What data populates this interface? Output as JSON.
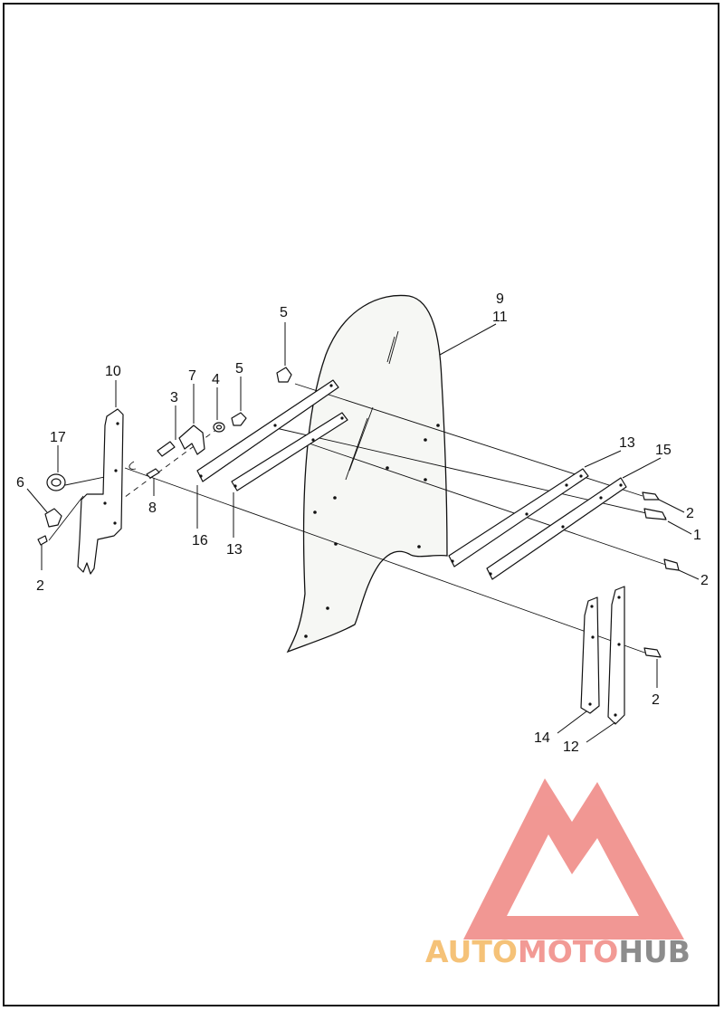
{
  "callouts": {
    "c1": "1",
    "c2a": "2",
    "c2b": "2",
    "c2c": "2",
    "c2d": "2",
    "c3": "3",
    "c4": "4",
    "c5a": "5",
    "c5b": "5",
    "c6": "6",
    "c7": "7",
    "c8": "8",
    "c9": "9",
    "c11": "11",
    "c10": "10",
    "c12": "12",
    "c13a": "13",
    "c13b": "13",
    "c14": "14",
    "c15": "15",
    "c16": "16",
    "c17": "17"
  },
  "watermark": {
    "part1": "AUTO",
    "part2": "MOTO",
    "part3": "HUB",
    "color1": "#f5c278",
    "color2": "#f29a95",
    "color3": "#8c8c8c",
    "emblem_color": "#f08c88"
  }
}
